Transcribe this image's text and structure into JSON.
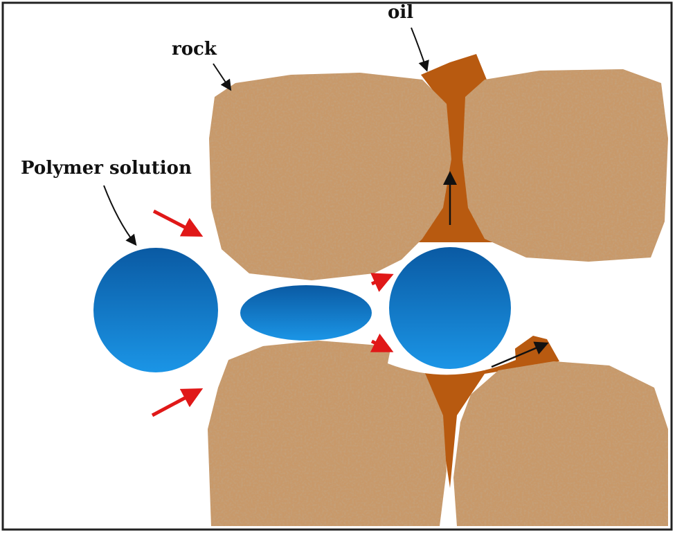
{
  "labels": {
    "rock": "rock",
    "oil": "oil",
    "polymer": "Polymer solution"
  },
  "colors": {
    "rock": "#c8996a",
    "oil": "#b85a10",
    "polymer_top": "#0d5fa8",
    "polymer_bottom": "#1e90e0",
    "flow_arrow": "#e01818",
    "pointer": "#111111"
  }
}
